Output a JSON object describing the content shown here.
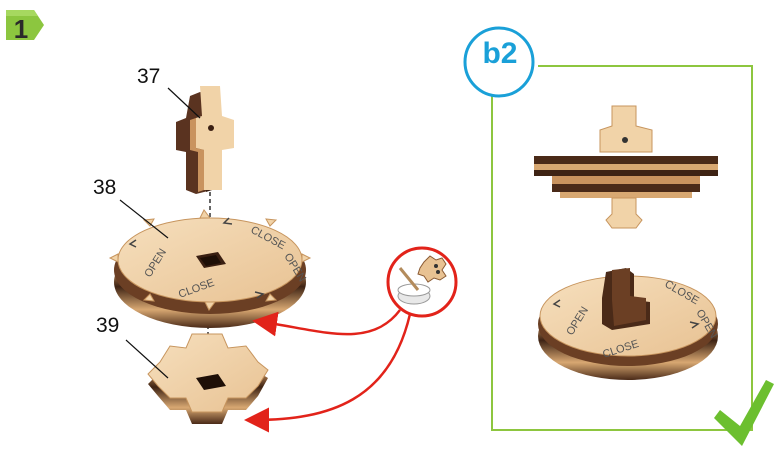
{
  "step": {
    "number": "1"
  },
  "parts": {
    "p37": "37",
    "p38": "38",
    "p39": "39"
  },
  "dial_text": {
    "a": "CLOSE",
    "b": "OPEN"
  },
  "detail": {
    "label": "b2"
  },
  "colors": {
    "badge_green": "#8cc63f",
    "frame_green": "#8dc63f",
    "b2_blue": "#1aa0d8",
    "arrow_red": "#e2231a",
    "wood_light": "#f1d3a8",
    "wood_dark": "#4a2a18",
    "check_green": "#6cbf2f"
  }
}
